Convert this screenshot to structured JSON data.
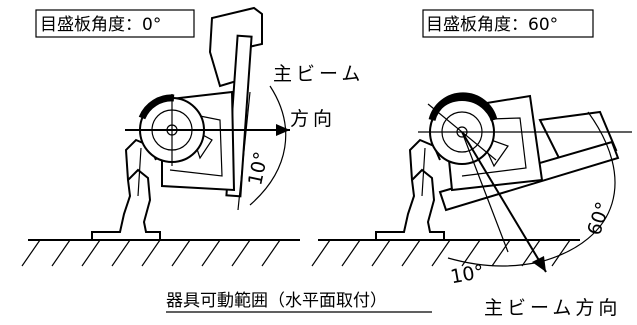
{
  "left": {
    "angle_label": "目盛板角度：0°",
    "beam_label_line1": "主ビーム",
    "beam_label_line2": "方向",
    "tilt_label": "10°"
  },
  "right": {
    "angle_label": "目盛板角度：60°",
    "tilt_small_label": "10°",
    "tilt_large_label": "60°",
    "beam_label": "主ビーム方向"
  },
  "caption": "器具可動範囲（水平面取付）"
}
